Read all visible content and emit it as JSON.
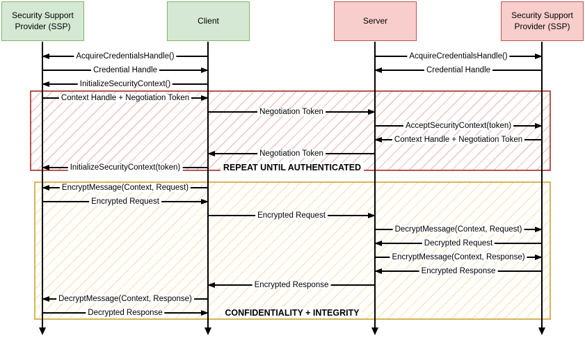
{
  "actors": [
    {
      "label": "Security Support Provider (SSP)",
      "style": "green"
    },
    {
      "label": "Client",
      "style": "green"
    },
    {
      "label": "Server",
      "style": "red"
    },
    {
      "label": "Security Support Provider (SSP)",
      "style": "red"
    }
  ],
  "regions": [
    {
      "name": "authentication-loop",
      "style": "red-hatched"
    },
    {
      "name": "confidentiality-integrity",
      "style": "yellow-hatched"
    }
  ],
  "messages": [
    {
      "row": 0,
      "from": 1,
      "to": 0,
      "label": "AcquireCredentialsHandle()"
    },
    {
      "row": 0,
      "from": 2,
      "to": 3,
      "label": "AcquireCredentialsHandle()"
    },
    {
      "row": 1,
      "from": 0,
      "to": 1,
      "label": "Credential Handle"
    },
    {
      "row": 1,
      "from": 3,
      "to": 2,
      "label": "Credential Handle"
    },
    {
      "row": 2,
      "from": 1,
      "to": 0,
      "label": "InitializeSecurityContext()"
    },
    {
      "row": 3,
      "from": 0,
      "to": 1,
      "label": "Context Handle + Negotiation Token"
    },
    {
      "row": 4,
      "from": 1,
      "to": 2,
      "label": "Negotiation Token"
    },
    {
      "row": 5,
      "from": 2,
      "to": 3,
      "label": "AcceptSecurityContext(token)"
    },
    {
      "row": 6,
      "from": 3,
      "to": 2,
      "label": "Context Handle + Negotiation Token"
    },
    {
      "row": 7,
      "from": 2,
      "to": 1,
      "label": "Negotiation Token"
    },
    {
      "row": 8,
      "from": 1,
      "to": 0,
      "label": "InitializeSecurityContext(token)"
    },
    {
      "row": 9,
      "from": 1,
      "to": 0,
      "label": "EncryptMessage(Context, Request)"
    },
    {
      "row": 10,
      "from": 0,
      "to": 1,
      "label": "Encrypted Request"
    },
    {
      "row": 11,
      "from": 1,
      "to": 2,
      "label": "Encrypted Request"
    },
    {
      "row": 12,
      "from": 2,
      "to": 3,
      "label": "DecryptMessage(Context, Request)"
    },
    {
      "row": 13,
      "from": 3,
      "to": 2,
      "label": "Decrypted Request"
    },
    {
      "row": 14,
      "from": 2,
      "to": 3,
      "label": "EncryptMessage(Context, Response)"
    },
    {
      "row": 15,
      "from": 3,
      "to": 2,
      "label": "Encrypted Response"
    },
    {
      "row": 16,
      "from": 2,
      "to": 1,
      "label": "Encrypted Response"
    },
    {
      "row": 17,
      "from": 1,
      "to": 0,
      "label": "DecryptMessage(Context, Response)"
    },
    {
      "row": 18,
      "from": 0,
      "to": 1,
      "label": "Decrypted Response"
    }
  ],
  "annotations": [
    {
      "label": "REPEAT UNTIL AUTHENTICATED"
    },
    {
      "label": "CONFIDENTIALITY + INTEGRITY"
    }
  ],
  "colors": {
    "actor_green_fill": "#d5e8d4",
    "actor_green_border": "#82b366",
    "actor_red_fill": "#f8cecc",
    "actor_red_border": "#b85450",
    "region_red_border": "#b85450",
    "region_red_hatch": "#f2c1bd",
    "region_yellow_border": "#d6b656",
    "region_yellow_hatch": "#ffe4b8",
    "line": "#000000"
  }
}
